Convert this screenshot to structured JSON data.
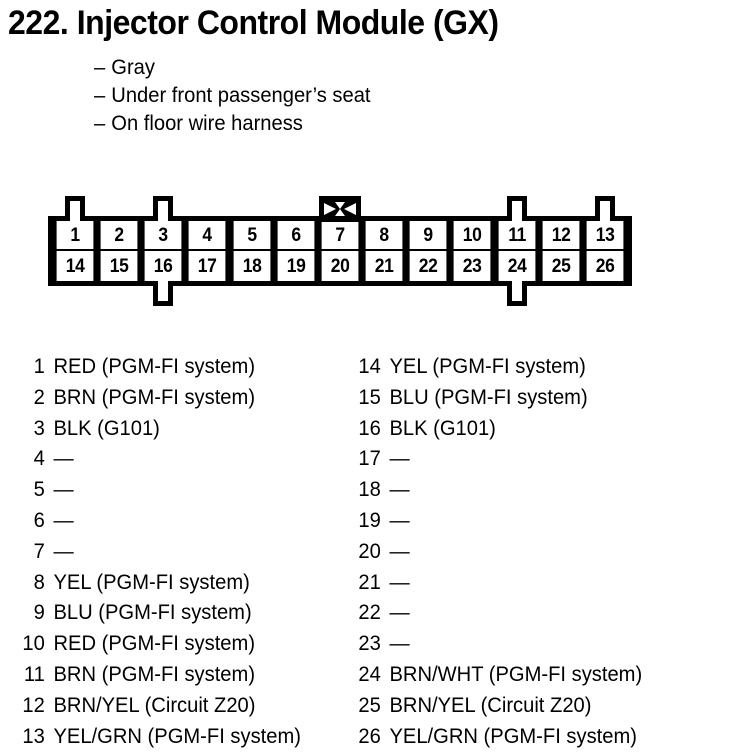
{
  "header": {
    "number": "222.",
    "title": "Injector Control Module (GX)",
    "full_title": "222.  Injector Control Module (GX)",
    "bullets": [
      {
        "dash": "–",
        "text": "Gray"
      },
      {
        "dash": "–",
        "text": "Under front passenger’s seat"
      },
      {
        "dash": "–",
        "text": "On floor wire harness"
      }
    ]
  },
  "connector": {
    "name": "connector-pinout",
    "total_pins": 26,
    "keyway_icon": "bowtie-keyway-icon",
    "keyway_above_pin": "7",
    "tabs_up_above_pins": [
      "1",
      "3",
      "11",
      "13"
    ],
    "tabs_down_below_pins": [
      "16",
      "24"
    ],
    "body_color": "#000000",
    "cell_color": "#ffffff",
    "row_top": [
      "1",
      "2",
      "3",
      "4",
      "5",
      "6",
      "7",
      "8",
      "9",
      "10",
      "11",
      "12",
      "13"
    ],
    "row_bottom": [
      "14",
      "15",
      "16",
      "17",
      "18",
      "19",
      "20",
      "21",
      "22",
      "23",
      "24",
      "25",
      "26"
    ]
  },
  "pin_descriptions": {
    "left": [
      {
        "num": "1",
        "text": "RED (PGM-FI system)"
      },
      {
        "num": "2",
        "text": "BRN (PGM-FI system)"
      },
      {
        "num": "3",
        "text": "BLK (G101)"
      },
      {
        "num": "4",
        "text": "—"
      },
      {
        "num": "5",
        "text": "—"
      },
      {
        "num": "6",
        "text": "—"
      },
      {
        "num": "7",
        "text": "—"
      },
      {
        "num": "8",
        "text": "YEL (PGM-FI system)"
      },
      {
        "num": "9",
        "text": "BLU (PGM-FI system)"
      },
      {
        "num": "10",
        "text": "RED (PGM-FI system)"
      },
      {
        "num": "11",
        "text": "BRN (PGM-FI system)"
      },
      {
        "num": "12",
        "text": "BRN/YEL (Circuit Z20)"
      },
      {
        "num": "13",
        "text": "YEL/GRN (PGM-FI system)"
      }
    ],
    "right": [
      {
        "num": "14",
        "text": "YEL (PGM-FI system)"
      },
      {
        "num": "15",
        "text": "BLU (PGM-FI system)"
      },
      {
        "num": "16",
        "text": "BLK (G101)"
      },
      {
        "num": "17",
        "text": "—"
      },
      {
        "num": "18",
        "text": "—"
      },
      {
        "num": "19",
        "text": "—"
      },
      {
        "num": "20",
        "text": "—"
      },
      {
        "num": "21",
        "text": "—"
      },
      {
        "num": "22",
        "text": "—"
      },
      {
        "num": "23",
        "text": "—"
      },
      {
        "num": "24",
        "text": "BRN/WHT (PGM-FI system)"
      },
      {
        "num": "25",
        "text": "BRN/YEL (Circuit Z20)"
      },
      {
        "num": "26",
        "text": "YEL/GRN (PGM-FI system)"
      }
    ]
  }
}
